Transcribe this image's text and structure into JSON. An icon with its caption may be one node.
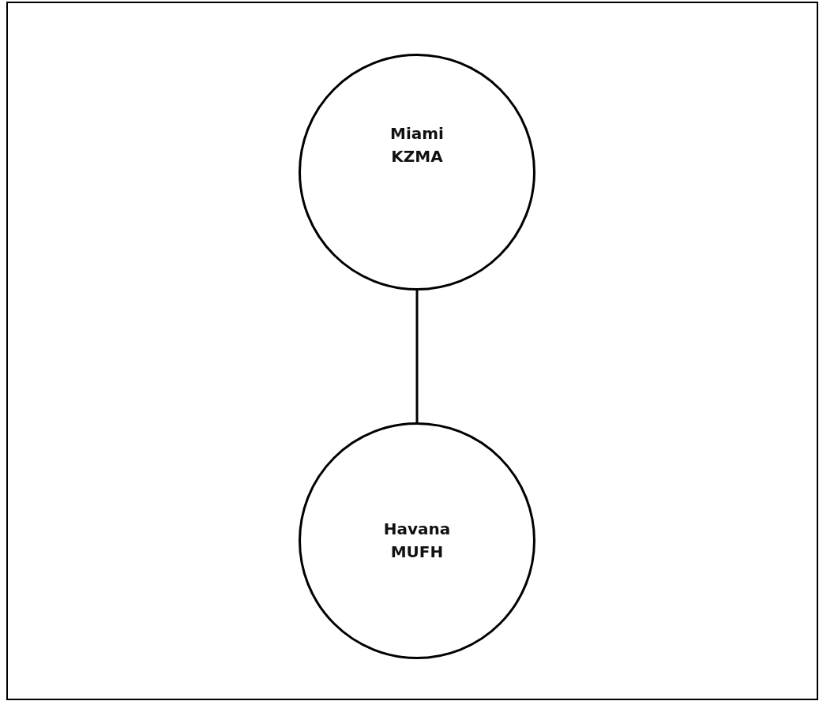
{
  "diagram": {
    "nodes": [
      {
        "text": [
          "Miami",
          "KZMA"
        ]
      },
      {
        "text": [
          "Havana",
          "MUFH"
        ]
      }
    ],
    "edges": [
      {
        "from": 0,
        "to": 1,
        "arrow": "none"
      }
    ]
  }
}
